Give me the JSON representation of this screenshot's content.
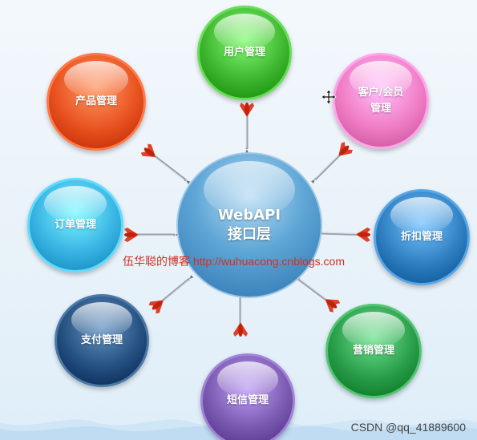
{
  "diagram": {
    "hub": {
      "line1": "WebAPI",
      "line2": "接口层",
      "color": "#3f86c4"
    },
    "nodes": [
      {
        "id": "user",
        "label": "用户管理",
        "color": "#3fb62f"
      },
      {
        "id": "customer",
        "label": "客户/会员\n管理",
        "color": "#f07cc3"
      },
      {
        "id": "discount",
        "label": "折扣管理",
        "color": "#2f7ec0"
      },
      {
        "id": "marketing",
        "label": "营销管理",
        "color": "#2a9d4a"
      },
      {
        "id": "sms",
        "label": "短信管理",
        "color": "#7a5ab0"
      },
      {
        "id": "payment",
        "label": "支付管理",
        "color": "#24507f"
      },
      {
        "id": "order",
        "label": "订单管理",
        "color": "#38b3e3"
      },
      {
        "id": "product",
        "label": "产品管理",
        "color": "#e8521f"
      }
    ],
    "connector_icon": "dart-arrow-icon",
    "connector_color": "#e0402a",
    "blog_text": "伍华聪的博客  http://wuhuacong.cnblogs.com",
    "watermark": "CSDN @qq_41889600",
    "cursor_icon": "move-cursor-icon"
  }
}
